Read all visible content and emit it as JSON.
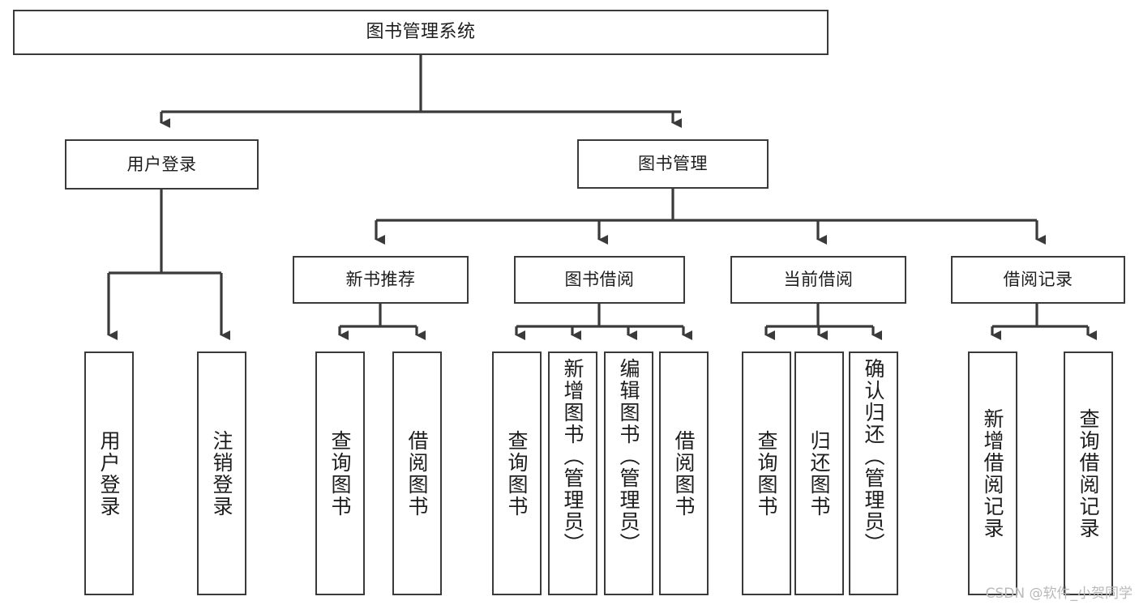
{
  "diagram": {
    "type": "tree",
    "title": "图书管理系统",
    "stroke_color": "#3a3a3a",
    "box_fill": "#ffffff",
    "text_color": "#1d1d1d",
    "root": {
      "id": "root",
      "label": "图书管理系统"
    },
    "level2": [
      {
        "id": "user-login",
        "label": "用户登录"
      },
      {
        "id": "book-management",
        "label": "图书管理"
      }
    ],
    "level3": [
      {
        "id": "new-book-recommend",
        "label": "新书推荐",
        "parent": "book-management"
      },
      {
        "id": "book-borrow",
        "label": "图书借阅",
        "parent": "book-management"
      },
      {
        "id": "current-borrow",
        "label": "当前借阅",
        "parent": "book-management"
      },
      {
        "id": "borrow-record",
        "label": "借阅记录",
        "parent": "book-management"
      }
    ],
    "leaves": [
      {
        "id": "leaf-user-login",
        "label": "用户登录",
        "parent": "user-login"
      },
      {
        "id": "leaf-logout",
        "label": "注销登录",
        "parent": "user-login"
      },
      {
        "id": "leaf-query-book-1",
        "label": "查询图书",
        "parent": "new-book-recommend"
      },
      {
        "id": "leaf-borrow-book-1",
        "label": "借阅图书",
        "parent": "new-book-recommend"
      },
      {
        "id": "leaf-query-book-2",
        "label": "查询图书",
        "parent": "book-borrow"
      },
      {
        "id": "leaf-add-book",
        "label": "新增图书（管理员）",
        "parent": "book-borrow"
      },
      {
        "id": "leaf-edit-book",
        "label": "编辑图书（管理员）",
        "parent": "book-borrow"
      },
      {
        "id": "leaf-borrow-book-2",
        "label": "借阅图书",
        "parent": "book-borrow"
      },
      {
        "id": "leaf-query-book-3",
        "label": "查询图书",
        "parent": "current-borrow"
      },
      {
        "id": "leaf-return-book",
        "label": "归还图书",
        "parent": "current-borrow"
      },
      {
        "id": "leaf-confirm-return",
        "label": "确认归还（管理员）",
        "parent": "current-borrow"
      },
      {
        "id": "leaf-add-record",
        "label": "新增借阅记录",
        "parent": "borrow-record"
      },
      {
        "id": "leaf-query-record",
        "label": "查询借阅记录",
        "parent": "borrow-record"
      }
    ]
  },
  "watermark": {
    "text": "CSDN @软件_小贺同学"
  }
}
